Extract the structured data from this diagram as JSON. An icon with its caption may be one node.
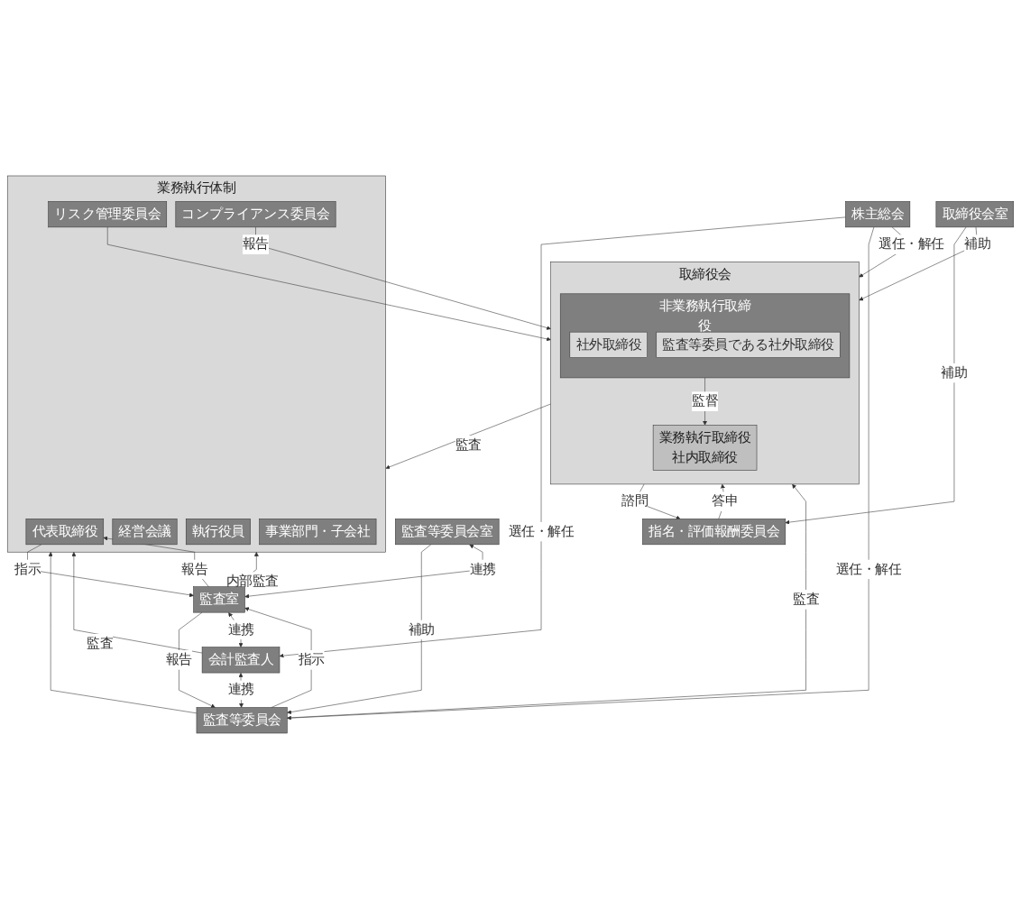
{
  "diagram": {
    "nodes": [
      {
        "text": [
          "株主総会"
        ]
      },
      {
        "text": [
          "取締役会"
        ]
      },
      {
        "text": [
          "非業務執行取締役"
        ],
        "in": 1
      },
      {
        "text": [
          "社外取締役"
        ],
        "in": 2
      },
      {
        "text": [
          "監査等委員である社外取締役"
        ],
        "in": 2
      },
      {
        "text": [
          "業務執行取締役",
          "社内取締役"
        ],
        "in": 1
      },
      {
        "text": [
          "会計監査人"
        ]
      },
      {
        "text": [
          "監査等委員会"
        ]
      },
      {
        "text": [
          "監査等委員会室"
        ]
      },
      {
        "text": [
          "取締役会室"
        ]
      },
      {
        "text": [
          "指名・評価報酬委員会"
        ]
      },
      {
        "text": [
          "業務執行体制"
        ]
      },
      {
        "text": [
          "監査室"
        ]
      },
      {
        "text": [
          "代表取締役"
        ],
        "in": 11
      },
      {
        "text": [
          "経営会議"
        ],
        "in": 11
      },
      {
        "text": [
          "リスク管理委員会"
        ],
        "in": 11
      },
      {
        "text": [
          "執行役員"
        ],
        "in": 11
      },
      {
        "text": [
          "コンプライアンス委員会"
        ],
        "in": 11
      },
      {
        "text": [
          "事業部門・子会社"
        ],
        "in": 11
      }
    ],
    "edges": [
      {
        "from": 0,
        "to": 6,
        "arrow": "to",
        "label": "選任・解任"
      },
      {
        "from": 0,
        "to": 7,
        "arrow": "to",
        "label": "選任・解任"
      },
      {
        "from": 0,
        "to": 1,
        "arrow": "to",
        "label": "選任・解任"
      },
      {
        "from": 6,
        "to": 7,
        "arrow": "both",
        "label": "連携"
      },
      {
        "from": 2,
        "to": 5,
        "arrow": "to",
        "label": "監督"
      },
      {
        "from": 7,
        "to": 12,
        "arrow": "to",
        "label": "指示"
      },
      {
        "from": 12,
        "to": 7,
        "arrow": "to",
        "label": "報告"
      },
      {
        "from": 8,
        "to": 7,
        "arrow": "to",
        "label": "補助"
      },
      {
        "from": 7,
        "to": 1,
        "arrow": "to",
        "label": "監査"
      },
      {
        "from": 7,
        "to": 11,
        "arrow": "to"
      },
      {
        "from": 17,
        "to": 1,
        "arrow": "to",
        "label": "報告"
      },
      {
        "from": 15,
        "to": 1,
        "arrow": "to"
      },
      {
        "from": 9,
        "to": 1,
        "arrow": "to",
        "label": "補助"
      },
      {
        "from": 10,
        "to": 1,
        "arrow": "to",
        "label": "答申"
      },
      {
        "from": 1,
        "to": 10,
        "arrow": "to",
        "label": "諮問"
      },
      {
        "from": 9,
        "to": 10,
        "arrow": "to",
        "label": "補助"
      },
      {
        "from": 1,
        "to": 11,
        "arrow": "to",
        "label": "監査"
      },
      {
        "from": 12,
        "to": 6,
        "arrow": "both",
        "label": "連携"
      },
      {
        "from": 8,
        "to": 12,
        "arrow": "both",
        "label": "連携"
      },
      {
        "from": 12,
        "to": 13,
        "arrow": "to",
        "label": "報告"
      },
      {
        "from": 13,
        "to": 12,
        "arrow": "to",
        "label": "指示"
      },
      {
        "from": 12,
        "to": 11,
        "arrow": "to",
        "label": "内部監査"
      },
      {
        "from": 6,
        "to": 11,
        "arrow": "to",
        "label": "監査"
      }
    ]
  }
}
